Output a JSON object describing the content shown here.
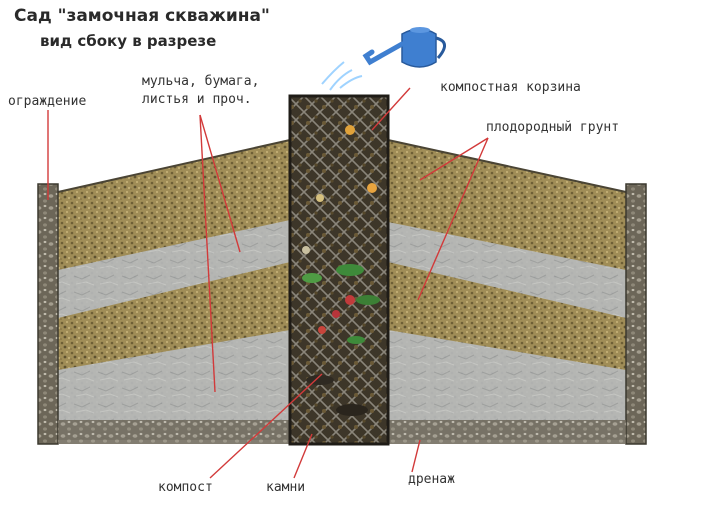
{
  "title": "Сад \"замочная скважина\"",
  "subtitle": "вид сбоку в разрезе",
  "labels": {
    "fence": "ограждение",
    "mulch_line1": "мульча, бумага,",
    "mulch_line2": "листья и проч.",
    "compost_basket": "компостная корзина",
    "fertile_soil": "плодородный грунт",
    "compost": "компост",
    "stones": "камни",
    "drainage": "дренаж"
  },
  "icons": {
    "watering_can": "watering-can-icon"
  },
  "colors": {
    "soil": "#9c8a55",
    "mulch": "#b9bcc0",
    "fence": "#5a5544",
    "basket": "#2e2b26",
    "leader_line": "#d23a3a",
    "watering_can": "#3f7fd0",
    "water": "#9fd3ff"
  }
}
